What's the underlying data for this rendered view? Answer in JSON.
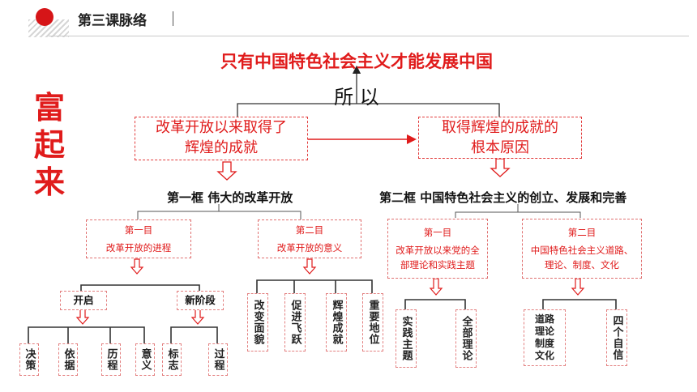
{
  "header": {
    "title": "第三课脉络"
  },
  "vertical_title": [
    "富",
    "起",
    "来"
  ],
  "main_title": "只有中国特色社会主义才能发展中国",
  "connector": "所 以",
  "left_red_box": [
    "改革开放以来取得了",
    "辉煌的成就"
  ],
  "right_red_box": [
    "取得辉煌的成就的",
    "根本原因"
  ],
  "frame1": "第一框 伟大的改革开放",
  "frame2": "第二框  中国特色社会主义的创立、发展和完善",
  "sub1": {
    "num": "第一目",
    "name": "改革开放的进程"
  },
  "sub2": {
    "num": "第二目",
    "name": "改革开放的意义"
  },
  "sub3": {
    "num": "第一目",
    "name1": "改革开放以来党的全",
    "name2": "部理论和实践主题"
  },
  "sub4": {
    "num": "第二目",
    "name1": "中国特色社会主义道路、",
    "name2": "理论、制度、文化"
  },
  "tag_open": "开启",
  "tag_new": "新阶段",
  "leaves1": [
    "决策",
    "依据",
    "历程",
    "意义"
  ],
  "leaves2": [
    "标志",
    "过程"
  ],
  "leaves3": [
    "改变面貌",
    "促进飞跃",
    "辉煌成就",
    "重要地位"
  ],
  "leaves4": [
    "实践主题",
    "全部理论"
  ],
  "leaf5": [
    "道路",
    "理论",
    "制度",
    "文化"
  ],
  "leaf6": "四个自信",
  "colors": {
    "accent": "#e01b1b",
    "dot": "#d61518"
  }
}
